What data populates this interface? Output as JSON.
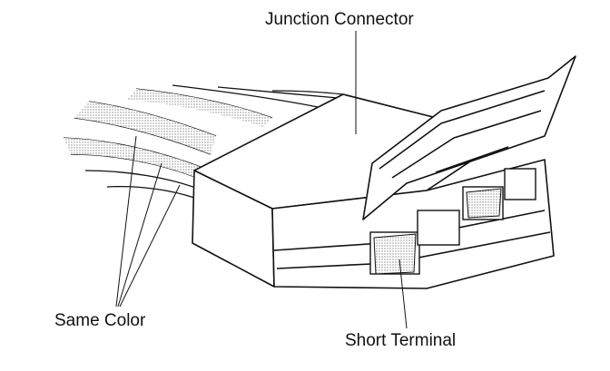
{
  "labels": {
    "junction_connector": "Junction Connector",
    "same_color": "Same Color",
    "short_terminal": "Short Terminal"
  },
  "colors": {
    "ink": "#111111",
    "shading": "#c8c8c8",
    "background": "#ffffff"
  }
}
